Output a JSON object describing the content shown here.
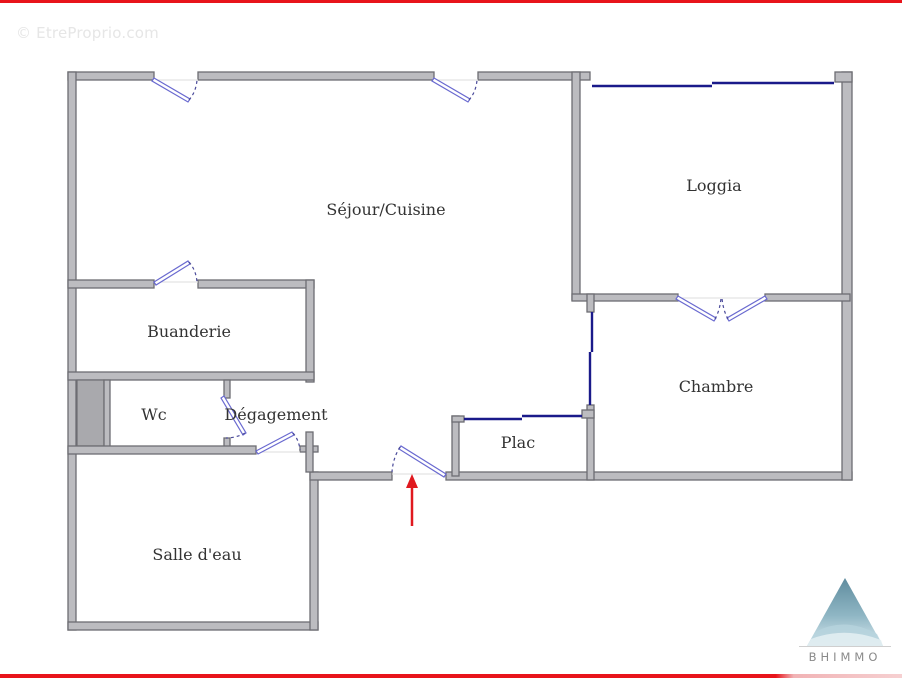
{
  "watermark": "© EtreProprio.com",
  "rooms": {
    "sejour": "Séjour/Cuisine",
    "loggia": "Loggia",
    "buanderie": "Buanderie",
    "wc": "Wc",
    "degagement": "Dégagement",
    "plac": "Plac",
    "chambre": "Chambre",
    "salle_eau": "Salle d'eau"
  },
  "entrance_arrow": {
    "color": "#e0191f",
    "meaning": "entrance"
  },
  "logo": {
    "text": "BHIMMO",
    "colors": [
      "#6f98a8",
      "#a9c9d4",
      "#dbe9ee"
    ]
  },
  "colors": {
    "frame_bar": "#e8141b",
    "wall_fill": "#bcbcc0",
    "wall_stroke": "#6d6d72",
    "window": "#1a1a8a",
    "door": "#6a6ad0"
  }
}
